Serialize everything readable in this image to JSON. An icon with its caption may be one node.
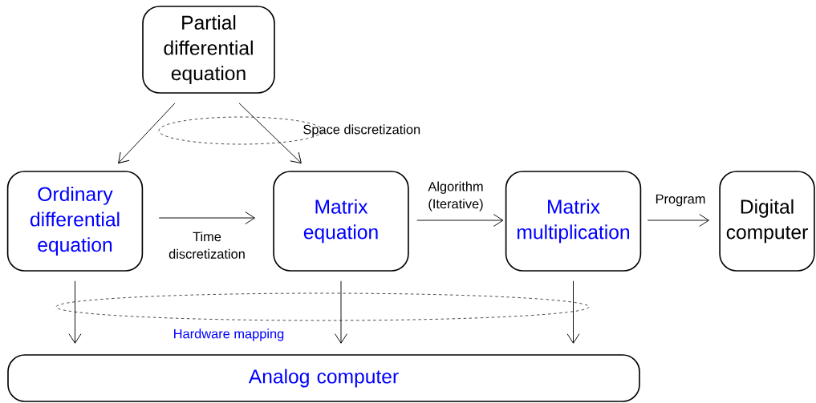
{
  "diagram": {
    "nodes": [
      {
        "text": [
          "Partial differential equation"
        ]
      },
      {
        "text": [
          "Ordinary differential equation"
        ]
      },
      {
        "text": [
          "Matrix equation"
        ]
      },
      {
        "text": [
          "Matrix multiplication"
        ]
      },
      {
        "text": [
          "Digital computer"
        ]
      },
      {
        "text": [
          "Analog computer"
        ]
      }
    ],
    "edges": [
      {
        "from": 0,
        "to": 1,
        "arrow": "to"
      },
      {
        "from": 0,
        "to": 2,
        "arrow": "to"
      },
      {
        "from": 1,
        "to": 2,
        "arrow": "to",
        "label": "Time discretization"
      },
      {
        "from": 2,
        "to": 3,
        "arrow": "to",
        "label": "Algorithm (Iterative)"
      },
      {
        "from": 3,
        "to": 4,
        "arrow": "to",
        "label": "Program"
      },
      {
        "from": 1,
        "to": 5,
        "arrow": "to"
      },
      {
        "from": 2,
        "to": 5,
        "arrow": "to"
      },
      {
        "from": 3,
        "to": 5,
        "arrow": "to"
      }
    ],
    "labels": [
      "Space discretization",
      "Hardware mapping"
    ]
  }
}
